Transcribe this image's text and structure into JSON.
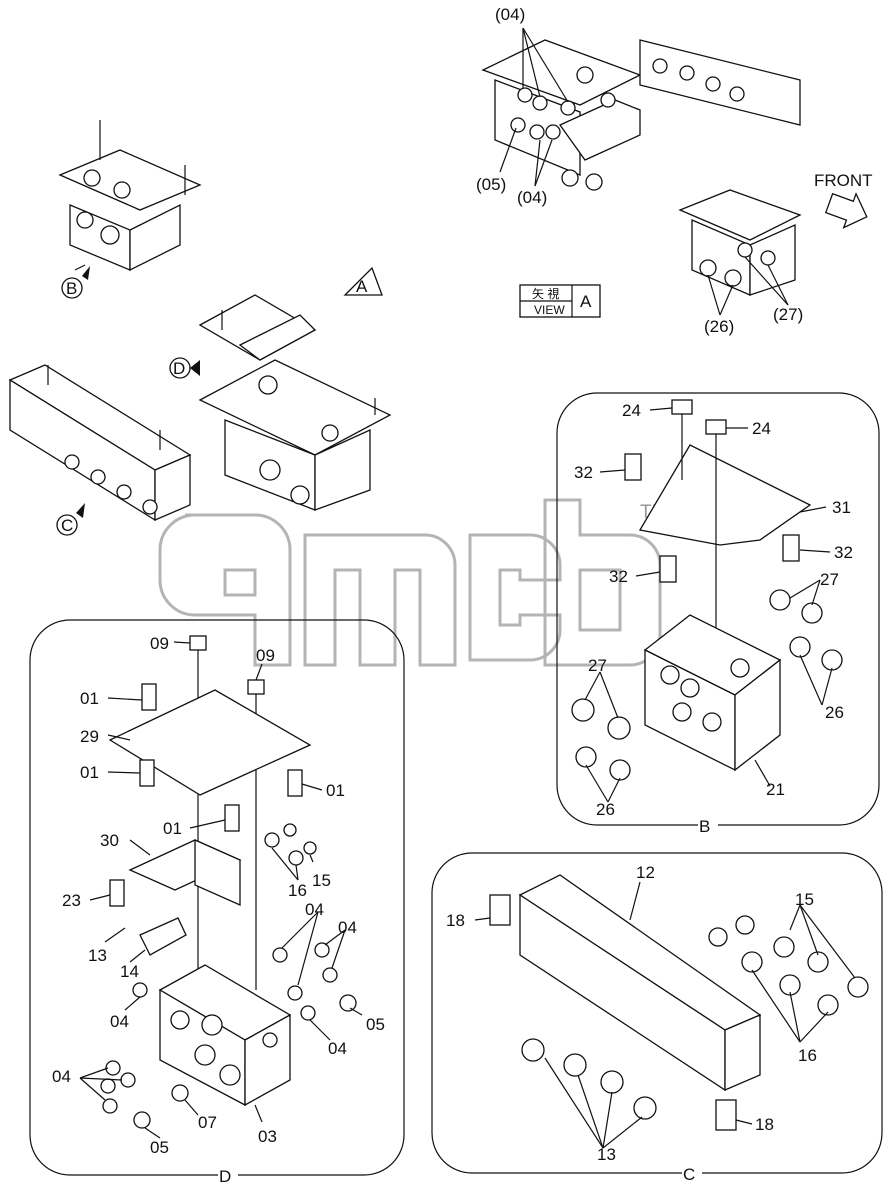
{
  "watermark": {
    "text": "amcb",
    "tm": "TM"
  },
  "views": {
    "A": {
      "letter": "A",
      "kanji": "矢 視",
      "view": "VIEW"
    },
    "B": "B",
    "C": "C",
    "D": "D",
    "front": "FRONT"
  },
  "top_labels": {
    "l04a": "(04)",
    "l05": "(05)",
    "l04b": "(04)",
    "l26": "(26)",
    "l27": "(27)"
  },
  "b_labels": {
    "l24a": "24",
    "l24b": "24",
    "l32a": "32",
    "l31": "31",
    "l32b": "32",
    "l32c": "32",
    "l27a": "27",
    "l27b": "27",
    "l26a": "26",
    "l26b": "26",
    "l21": "21"
  },
  "c_labels": {
    "l12": "12",
    "l18a": "18",
    "l15": "15",
    "l16": "16",
    "l13": "13",
    "l18b": "18"
  },
  "d_labels": {
    "l09a": "09",
    "l09b": "09",
    "l01a": "01",
    "l29": "29",
    "l01b": "01",
    "l01c": "01",
    "l01d": "01",
    "l30": "30",
    "l16": "16",
    "l15": "15",
    "l23": "23",
    "l04a": "04",
    "l04b": "04",
    "l13": "13",
    "l14": "14",
    "l04c": "04",
    "l05a": "05",
    "l04d": "04",
    "l04e": "04",
    "l07": "07",
    "l05b": "05",
    "l03": "03"
  }
}
